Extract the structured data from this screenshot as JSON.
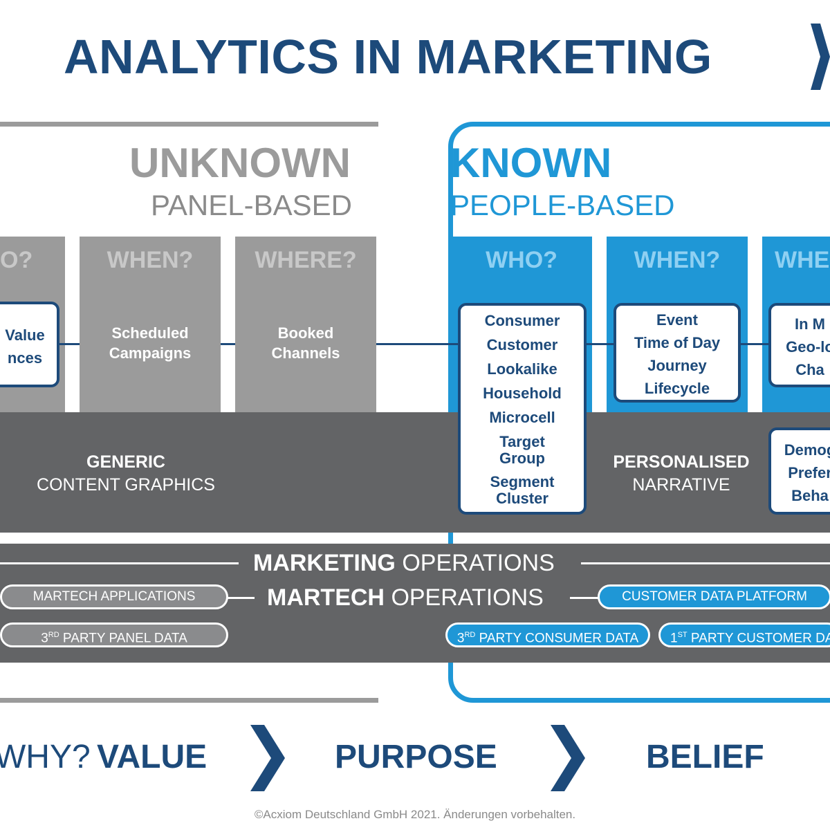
{
  "title": "ANALYTICS IN MARKETING",
  "unknown": {
    "heading": "UNKNOWN",
    "subheading": "PANEL-BASED"
  },
  "known": {
    "heading": "KNOWN",
    "subheading": "PEOPLE-BASED"
  },
  "columns": {
    "unknown_who": "O?",
    "unknown_when": "WHEN?",
    "unknown_where": "WHERE?",
    "known_who": "WHO?",
    "known_when": "WHEN?",
    "known_where": "WHE"
  },
  "unknown_items": {
    "who_card": [
      "Value",
      "nces"
    ],
    "when": [
      "Scheduled",
      "Campaigns"
    ],
    "where": [
      "Booked",
      "Channels"
    ]
  },
  "known_items": {
    "who": [
      "Consumer",
      "Customer",
      "Lookalike",
      "Household",
      "Microcell",
      "Target",
      "Group",
      "Segment",
      "Cluster"
    ],
    "when": [
      "Event",
      "Time of Day",
      "Journey",
      "Lifecycle"
    ],
    "where": [
      "In M",
      "Geo-lo",
      "Cha"
    ],
    "demog": [
      "Demog",
      "Prefer",
      "Beha"
    ]
  },
  "content": {
    "generic_bold": "GENERIC",
    "generic_rest": "CONTENT GRAPHICS",
    "personalised_bold": "PERSONALISED",
    "personalised_rest": "NARRATIVE"
  },
  "operations": {
    "marketing_bold": "MARKETING",
    "marketing_rest": "OPERATIONS",
    "martech_bold": "MARTECH",
    "martech_rest": "OPERATIONS",
    "martech_applications": "MARTECH APPLICATIONS",
    "third_party_panel": {
      "num": "3",
      "sup": "RD",
      "rest": " PARTY PANEL DATA"
    },
    "customer_data_platform": "CUSTOMER DATA PLATFORM",
    "third_party_consumer": {
      "num": "3",
      "sup": "RD",
      "rest": " PARTY CONSUMER DATA"
    },
    "first_party_customer": {
      "num": "1",
      "sup": "ST",
      "rest": " PARTY CUSTOMER DA"
    }
  },
  "bottom": {
    "why": "WHY?",
    "value": "VALUE",
    "purpose": "PURPOSE",
    "belief": "BELIEF"
  },
  "footer": "©Acxiom Deutschland GmbH 2021. Änderungen vorbehalten.",
  "colors": {
    "navy": "#1d4a7a",
    "blue": "#1f97d6",
    "gray": "#9b9b9b",
    "dark": "#636466"
  }
}
